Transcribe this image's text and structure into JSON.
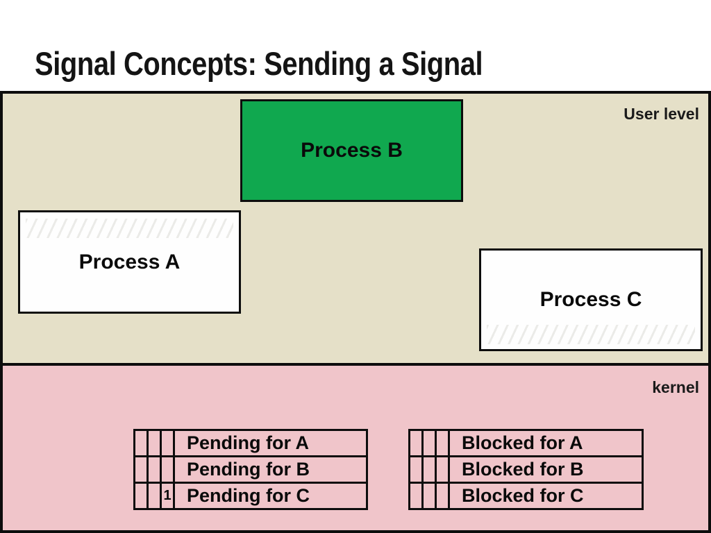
{
  "slide": {
    "title": "Signal Concepts: Sending a Signal"
  },
  "user_level": {
    "label": "User level",
    "bg_color": "#e5e0c8",
    "processes": [
      {
        "id": "A",
        "label": "Process A",
        "bg_color": "#fefefe"
      },
      {
        "id": "B",
        "label": "Process B",
        "bg_color": "#10a84f"
      },
      {
        "id": "C",
        "label": "Process C",
        "bg_color": "#fefefe"
      }
    ]
  },
  "kernel": {
    "label": "kernel",
    "bg_color": "#f0c5ca",
    "border_color": "#0d0d0d",
    "tables": [
      {
        "name": "pending",
        "rows": [
          {
            "bits": [
              "",
              "",
              ""
            ],
            "label": "Pending for A"
          },
          {
            "bits": [
              "",
              "",
              ""
            ],
            "label": "Pending for B"
          },
          {
            "bits": [
              "",
              "",
              "1"
            ],
            "label": "Pending for C"
          }
        ]
      },
      {
        "name": "blocked",
        "rows": [
          {
            "bits": [
              "",
              "",
              ""
            ],
            "label": "Blocked for A"
          },
          {
            "bits": [
              "",
              "",
              ""
            ],
            "label": "Blocked for B"
          },
          {
            "bits": [
              "",
              "",
              ""
            ],
            "label": "Blocked for C"
          }
        ]
      }
    ]
  }
}
